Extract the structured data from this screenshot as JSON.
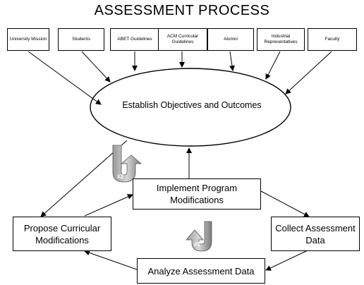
{
  "title": "ASSESSMENT PROCESS",
  "sources": [
    "University Mission",
    "Students",
    "ABET Guidelines",
    "ACM Curricular Guidelines",
    "Alumni",
    "Industrial Representatives",
    "Faculty"
  ],
  "central": "Establish Objectives and Outcomes",
  "steps": {
    "implement": "Implement Program Modifications",
    "propose": "Propose Curricular Modifications",
    "collect": "Collect Assessment Data",
    "analyze": "Analyze Assessment Data"
  },
  "markers": [
    "#1",
    "#2"
  ],
  "colors": {
    "marker_fill": "#8a8a8a",
    "line": "#000000"
  }
}
